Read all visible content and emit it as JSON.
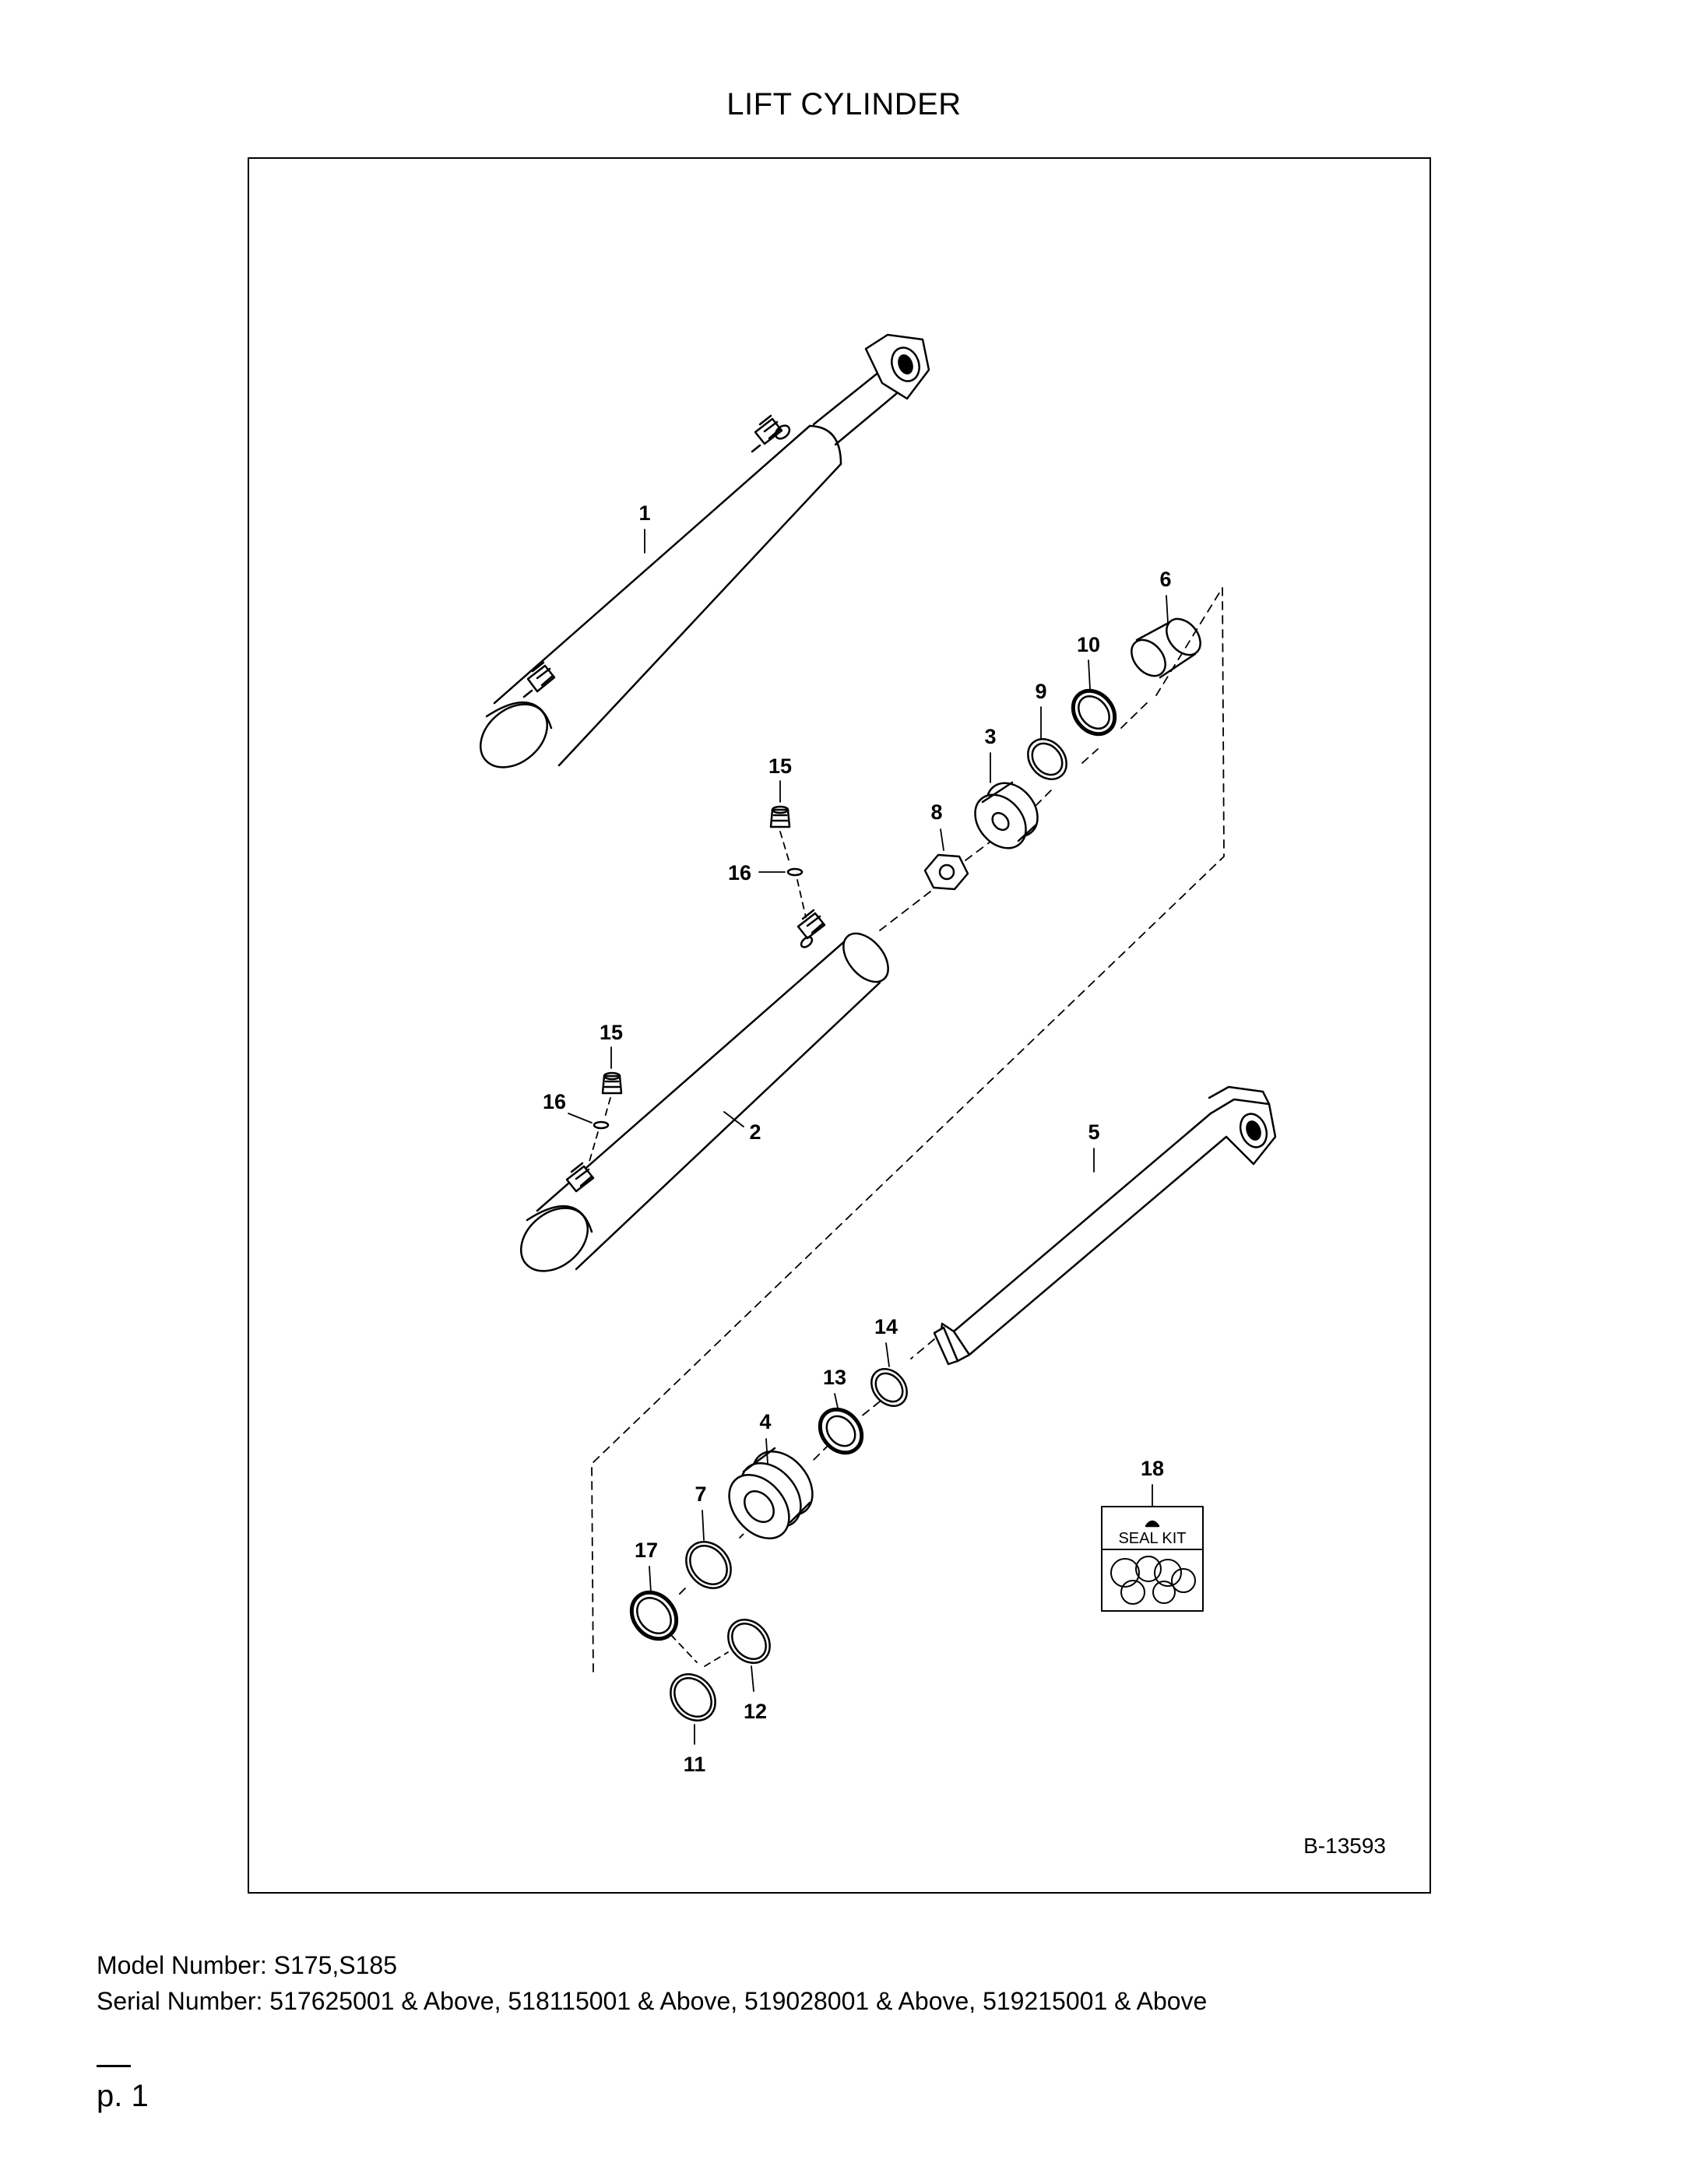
{
  "title": "LIFT CYLINDER",
  "diagram": {
    "drawing_code": "B-13593",
    "seal_kit_label": "SEAL KIT",
    "callouts": {
      "c1": "1",
      "c2": "2",
      "c3": "3",
      "c4": "4",
      "c5": "5",
      "c6": "6",
      "c7": "7",
      "c8": "8",
      "c9": "9",
      "c10": "10",
      "c11": "11",
      "c12": "12",
      "c13": "13",
      "c14": "14",
      "c15a": "15",
      "c15b": "15",
      "c16a": "16",
      "c16b": "16",
      "c17": "17",
      "c18": "18"
    }
  },
  "footer": {
    "model_number": "Model Number: S175,S185",
    "serial_number": "Serial Number: 517625001 & Above, 518115001 & Above, 519028001 & Above, 519215001 & Above",
    "page_number": "p. 1"
  }
}
